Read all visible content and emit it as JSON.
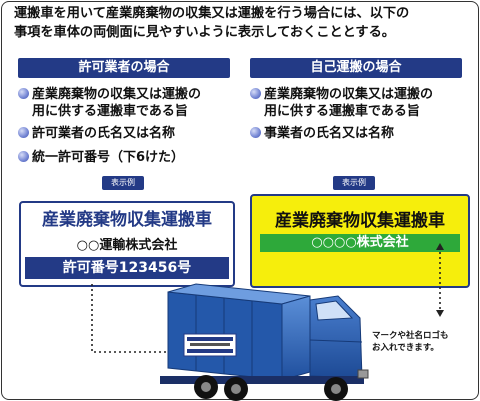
{
  "intro": {
    "line1": "運搬車を用いて産業廃棄物の収集又は運搬を行う場合には、以下の",
    "line2": "事項を車体の両側面に見やすいように表示しておくこととする。"
  },
  "columns": {
    "permit": {
      "header": "許可業者の場合",
      "items": [
        "産業廃棄物の収集又は運搬の",
        "用に供する運搬車である旨",
        "許可業者の氏名又は名称",
        "統一許可番号（下6けた）"
      ]
    },
    "self": {
      "header": "自己運搬の場合",
      "items": [
        "産業廃棄物の収集又は運搬の",
        "用に供する運搬車である旨",
        "事業者の氏名又は名称"
      ]
    }
  },
  "examples": {
    "tag": "表示例",
    "sign1": {
      "title": "産業廃棄物収集運搬車",
      "company": "○○運輸株式会社",
      "permit": "許可番号123456号"
    },
    "sign2": {
      "title": "産業廃棄物収集運搬車",
      "company": "○○○○株式会社"
    }
  },
  "note": {
    "line1": "マークや社名ロゴも",
    "line2": "お入れできます。"
  },
  "colors": {
    "navy": "#233a86",
    "yellow": "#f6ee0c",
    "green": "#2ea93a",
    "truck_blue": "#2b63b8"
  }
}
